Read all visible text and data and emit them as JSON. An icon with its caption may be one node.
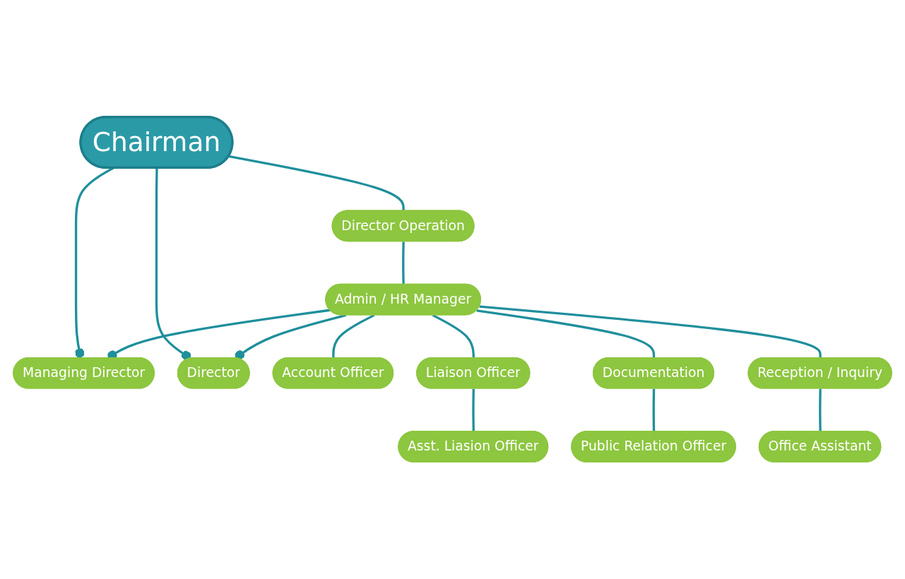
{
  "diagram": {
    "nodes": [
      {
        "text": [
          "Chairman"
        ]
      },
      {
        "text": [
          "Managing Director"
        ]
      },
      {
        "text": [
          "Director Operation"
        ]
      },
      {
        "text": [
          "Director"
        ]
      },
      {
        "text": [
          "Admin / HR Manager"
        ]
      },
      {
        "text": [
          "Account Officer"
        ]
      },
      {
        "text": [
          "Liaison Officer"
        ]
      },
      {
        "text": [
          "Documentation"
        ]
      },
      {
        "text": [
          "Reception / Inquiry"
        ]
      },
      {
        "text": [
          "Asst. Liasion Officer"
        ]
      },
      {
        "text": [
          "Public Relation Officer"
        ]
      },
      {
        "text": [
          "Office Assistant"
        ]
      }
    ],
    "edges": [
      {
        "from": 0,
        "to": 1,
        "arrow": "other"
      },
      {
        "from": 0,
        "to": 2,
        "arrow": "none"
      },
      {
        "from": 0,
        "to": 3,
        "arrow": "other"
      },
      {
        "from": 4,
        "to": 1,
        "arrow": "other"
      },
      {
        "from": 2,
        "to": 4,
        "arrow": "none"
      },
      {
        "from": 4,
        "to": 3,
        "arrow": "other"
      },
      {
        "from": 4,
        "to": 5,
        "arrow": "none"
      },
      {
        "from": 4,
        "to": 6,
        "arrow": "none"
      },
      {
        "from": 4,
        "to": 7,
        "arrow": "none"
      },
      {
        "from": 4,
        "to": 8,
        "arrow": "none"
      },
      {
        "from": 6,
        "to": 9,
        "arrow": "none"
      },
      {
        "from": 7,
        "to": 10,
        "arrow": "none"
      },
      {
        "from": 8,
        "to": 11,
        "arrow": "none"
      }
    ]
  }
}
